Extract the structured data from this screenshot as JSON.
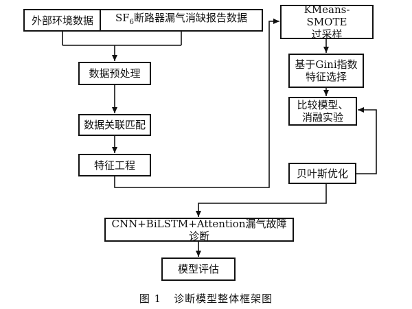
{
  "nodes": {
    "env_data": "外部环境数据",
    "sf6_data_pre": "SF",
    "sf6_data_sub": "6",
    "sf6_data_post": "断路器漏气消缺报告数据",
    "preprocess": "数据预处理",
    "association": "数据关联匹配",
    "feature_eng": "特征工程",
    "kmeans_l1": "KMeans-SMOTE",
    "kmeans_l2": "过采样",
    "gini_l1": "基于Gini指数",
    "gini_l2": "特征选择",
    "compare_l1": "比较模型、",
    "compare_l2": "消融实验",
    "bayes": "贝叶斯优化",
    "cnn": "CNN+BiLSTM+Attention漏气故障诊断",
    "eval": "模型评估"
  },
  "caption": {
    "figure_no": "图 1",
    "title": "诊断模型整体框架图"
  }
}
